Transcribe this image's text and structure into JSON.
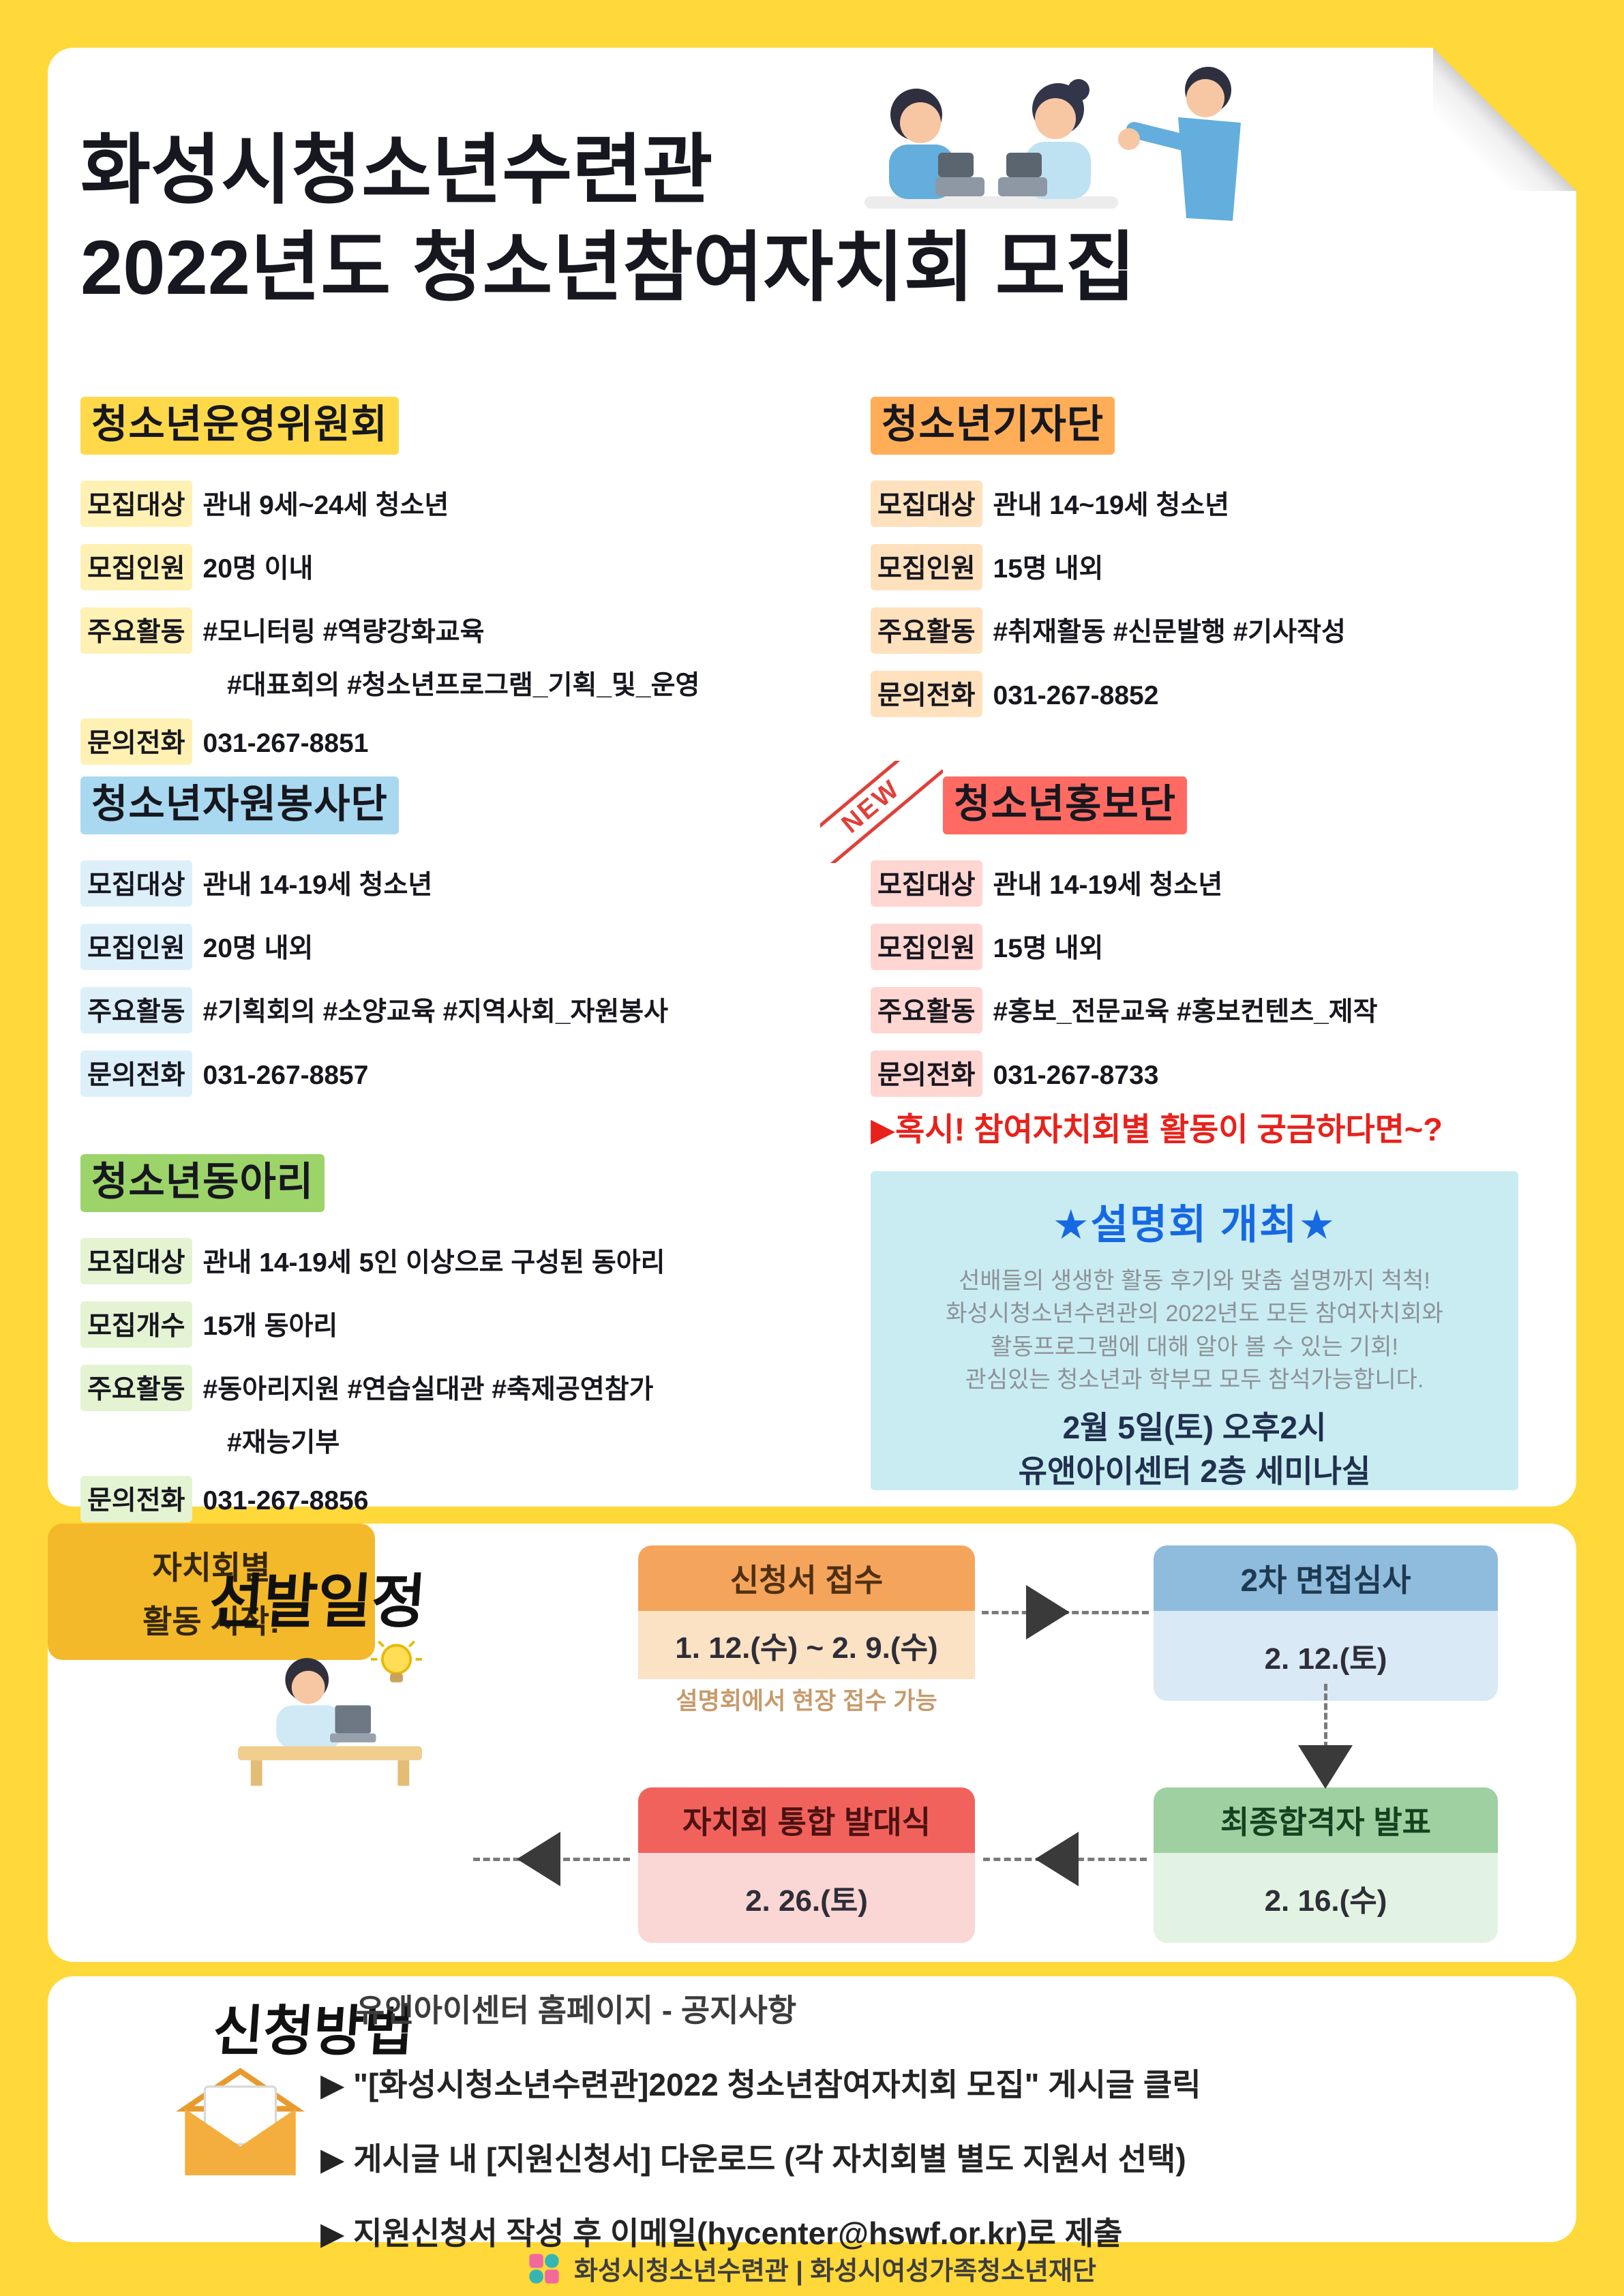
{
  "title": {
    "line1": "화성시청소년수련관",
    "line2": "2022년도 청소년참여자치회 모집"
  },
  "groups": [
    {
      "name": "청소년운영위원회",
      "badge": "",
      "target_label": "모집대상",
      "target": "관내 9세~24세 청소년",
      "size_label": "모집인원",
      "size": "20명 이내",
      "activity_label": "주요활동",
      "activity": "#모니터링 #역량강화교육",
      "activity2": "#대표회의 #청소년프로그램_기획_및_운영",
      "phone_label": "문의전화",
      "phone": "031-267-8851"
    },
    {
      "name": "청소년기자단",
      "badge": "",
      "target_label": "모집대상",
      "target": "관내 14~19세 청소년",
      "size_label": "모집인원",
      "size": "15명 내외",
      "activity_label": "주요활동",
      "activity": "#취재활동 #신문발행 #기사작성",
      "activity2": "",
      "phone_label": "문의전화",
      "phone": "031-267-8852"
    },
    {
      "name": "청소년자원봉사단",
      "badge": "",
      "target_label": "모집대상",
      "target": "관내 14-19세 청소년",
      "size_label": "모집인원",
      "size": "20명 내외",
      "activity_label": "주요활동",
      "activity": "#기획회의 #소양교육 #지역사회_자원봉사",
      "activity2": "",
      "phone_label": "문의전화",
      "phone": "031-267-8857"
    },
    {
      "name": "청소년홍보단",
      "badge": "NEW",
      "target_label": "모집대상",
      "target": "관내 14-19세 청소년",
      "size_label": "모집인원",
      "size": "15명 내외",
      "activity_label": "주요활동",
      "activity": "#홍보_전문교육 #홍보컨텐츠_제작",
      "activity2": "",
      "phone_label": "문의전화",
      "phone": "031-267-8733"
    },
    {
      "name": "청소년동아리",
      "badge": "",
      "target_label": "모집대상",
      "target": "관내 14-19세 5인 이상으로 구성된 동아리",
      "size_label": "모집개수",
      "size": "15개 동아리",
      "activity_label": "주요활동",
      "activity": "#동아리지원 #연습실대관 #축제공연참가",
      "activity2": "#재능기부",
      "phone_label": "문의전화",
      "phone": "031-267-8856"
    }
  ],
  "notice": {
    "hook": "▶혹시! 참여자치회별 활동이 궁금하다면~?",
    "title": "★설명회 개최★",
    "lines": [
      "선배들의 생생한 활동 후기와 맞춤 설명까지 척척!",
      "화성시청소년수련관의 2022년도 모든 참여자치회와",
      "활동프로그램에 대해 알아 볼 수 있는 기회!",
      "관심있는 청소년과 학부모 모두 참석가능합니다."
    ],
    "datetime": "2월 5일(토) 오후2시",
    "place": "유앤아이센터 2층 세미나실"
  },
  "schedule": {
    "title": "선발일정",
    "steps": [
      {
        "name": "신청서 접수",
        "period": "1. 12.(수) ~ 2. 9.(수)",
        "note": "설명회에서 현장 접수 가능"
      },
      {
        "name": "2차 면접심사",
        "period": "2. 12.(토)"
      },
      {
        "name": "최종합격자 발표",
        "period": "2. 16.(수)"
      },
      {
        "name": "자치회 통합 발대식",
        "period": "2. 26.(토)"
      },
      {
        "name": "자치회별",
        "name2": "활동 시작!"
      }
    ]
  },
  "apply": {
    "title": "신청방법",
    "intro": "유앤아이센터 홈페이지 - 공지사항",
    "steps": [
      "▶ \"[화성시청소년수련관]2022 청소년참여자치회 모집\" 게시글 클릭",
      "▶ 게시글 내 [지원신청서] 다운로드 (각 자치회별 별도 지원서 선택)",
      "▶ 지원신청서 작성 후  이메일(hycenter@hswf.or.kr)로 제출"
    ]
  },
  "footer": {
    "text": "화성시청소년수련관 | 화성시여성가족청소년재단"
  },
  "colors": {
    "page_bg": "#FFD83A",
    "council": "#FFD94A",
    "council_tint": "#FFF1B3",
    "press": "#FFAD57",
    "press_tint": "#FFE1BD",
    "volunteer": "#A9D9F0",
    "volunteer_tint": "#DDF0FA",
    "pr": "#FF6B62",
    "pr_tint": "#FFD6D2",
    "club": "#9CD46A",
    "club_tint": "#E4F3D2",
    "notice_bg": "#C8ECF2",
    "notice_title": "#1668E3",
    "hook_red": "#E8211B",
    "step_application": "#F5A45B",
    "step_interview": "#8FBBDC",
    "step_final": "#9FD0A2",
    "step_ceremony": "#F2625C",
    "step_start": "#F4B82B"
  }
}
